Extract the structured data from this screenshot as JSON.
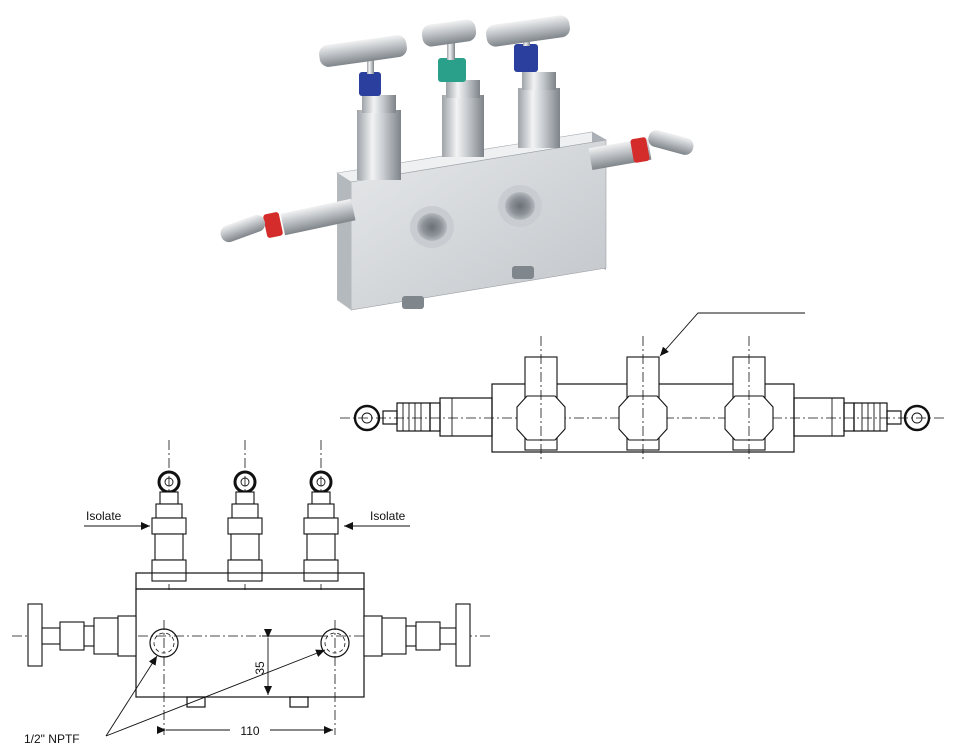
{
  "labels": {
    "isolate_left": "Isolate",
    "isolate_right": "Isolate",
    "dim_height": "35",
    "dim_width": "110",
    "port_size": "1/2\" NPTF"
  },
  "colors": {
    "block_steel": "#d3d6d8",
    "isolate_cap": "#2a3f9e",
    "equalize_cap": "#2aa08a",
    "vent_cap": "#d42b2b",
    "line": "#111111"
  },
  "icons": {
    "photo": "five-valve-manifold-photo"
  }
}
